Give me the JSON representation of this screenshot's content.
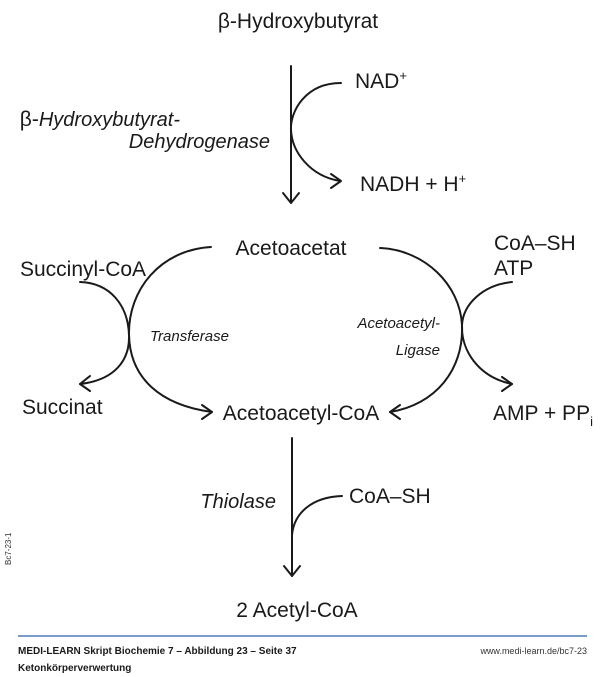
{
  "diagram": {
    "title": "Ketonkörperverwertung",
    "molecules": {
      "hydroxybutyrate": "β-Hydroxybutyrat",
      "nad": "NAD",
      "nad_sup": "+",
      "nadh": "NADH + H",
      "nadh_sup": "+",
      "acetoacetate": "Acetoacetat",
      "succinyl_coa": "Succinyl-CoA",
      "succinate": "Succinat",
      "coa_sh_atp_line1": "CoA–SH",
      "coa_sh_atp_line2": "ATP",
      "amp_ppi": "AMP + PP",
      "amp_ppi_sub": "i",
      "acetoacetyl_coa": "Acetoacetyl-CoA",
      "coa_sh": "CoA–SH",
      "acetyl_coa": "2 Acetyl-CoA"
    },
    "enzymes": {
      "dehydrogenase_prefix": "β-",
      "dehydrogenase_line1": "Hydroxybutyrat-",
      "dehydrogenase_line2": "Dehydrogenase",
      "transferase": "Transferase",
      "ligase_line1": "Acetoacetyl-",
      "ligase_line2": "Ligase",
      "thiolase": "Thiolase"
    }
  },
  "footer": {
    "source": "MEDI-LEARN Skript Biochemie 7 – Abbildung 23 – Seite 37",
    "subtitle": "Ketonkörperverwertung",
    "url": "www.medi-learn.de/bc7-23",
    "side_code": "Bc7-23-1",
    "divider_color": "#7a9cc8"
  }
}
